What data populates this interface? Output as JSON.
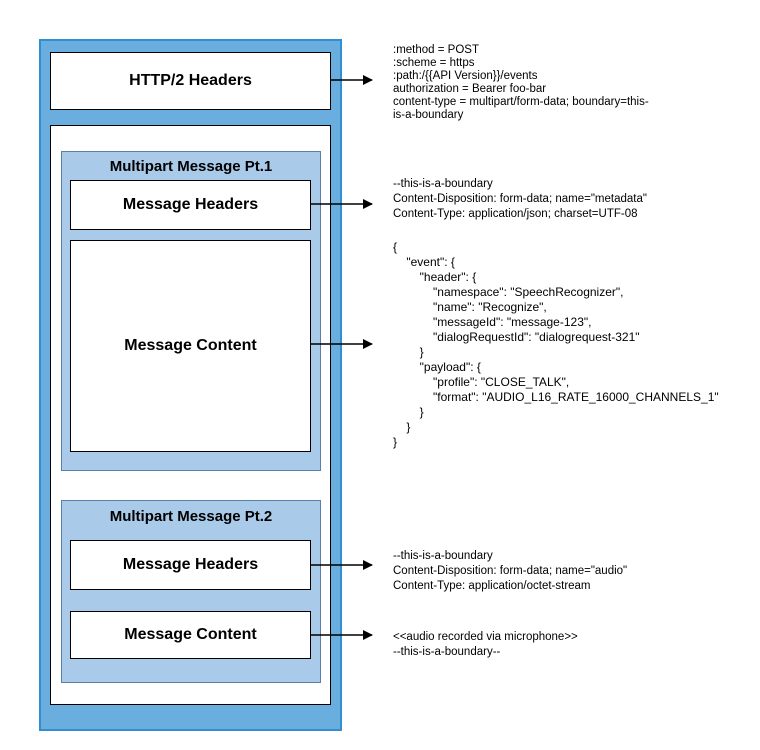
{
  "diagram": {
    "http_headers": {
      "label": "HTTP/2 Headers",
      "note": ":method = POST\n:scheme = https\n:path:/{{API Version}}/events\nauthorization = Bearer foo-bar\ncontent-type = multipart/form-data; boundary=this-\nis-a-boundary"
    },
    "part1": {
      "title": "Multipart Message Pt.1",
      "headers_label": "Message Headers",
      "headers_note": "--this-is-a-boundary\nContent-Disposition: form-data; name=\"metadata\"\nContent-Type: application/json; charset=UTF-08",
      "content_label": "Message Content",
      "content_note": "{\n    \"event\": {\n        \"header\": {\n            \"namespace\": \"SpeechRecognizer\",\n            \"name\": \"Recognize\",\n            \"messageId\": \"message-123\",\n            \"dialogRequestId\": \"dialogrequest-321\"\n        }\n        \"payload\": {\n            \"profile\": \"CLOSE_TALK\",\n            \"format\": \"AUDIO_L16_RATE_16000_CHANNELS_1\"\n        }\n    }\n}"
    },
    "part2": {
      "title": "Multipart Message Pt.2",
      "headers_label": "Message Headers",
      "headers_note": "--this-is-a-boundary\nContent-Disposition: form-data; name=\"audio\"\nContent-Type: application/octet-stream",
      "content_label": "Message Content",
      "content_note": "<<audio recorded via microphone>>\n--this-is-a-boundary--"
    },
    "colors": {
      "outer_fill": "#6aaee0",
      "outer_border": "#2f8fd0",
      "part_fill": "#a9cbe9",
      "box_fill": "#ffffff",
      "line": "#000000"
    }
  }
}
